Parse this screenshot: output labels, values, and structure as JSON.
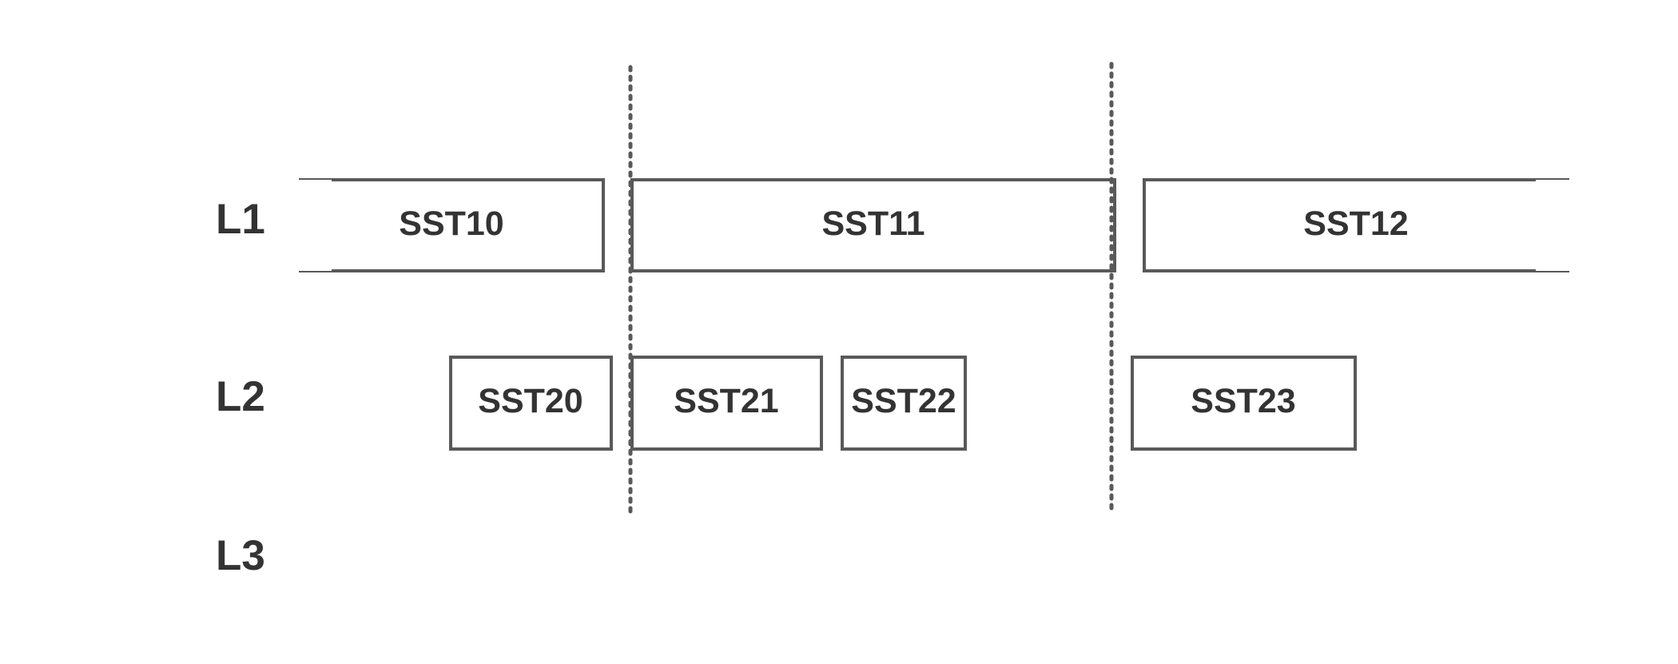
{
  "levels": {
    "l1": "L1",
    "l2": "L2",
    "l3": "L3"
  },
  "sst": {
    "l1": [
      "SST10",
      "SST11",
      "SST12"
    ],
    "l2": [
      "SST20",
      "SST21",
      "SST22",
      "SST23"
    ]
  },
  "colors": {
    "stroke": "#595959",
    "text": "#333333",
    "background": "#ffffff"
  }
}
